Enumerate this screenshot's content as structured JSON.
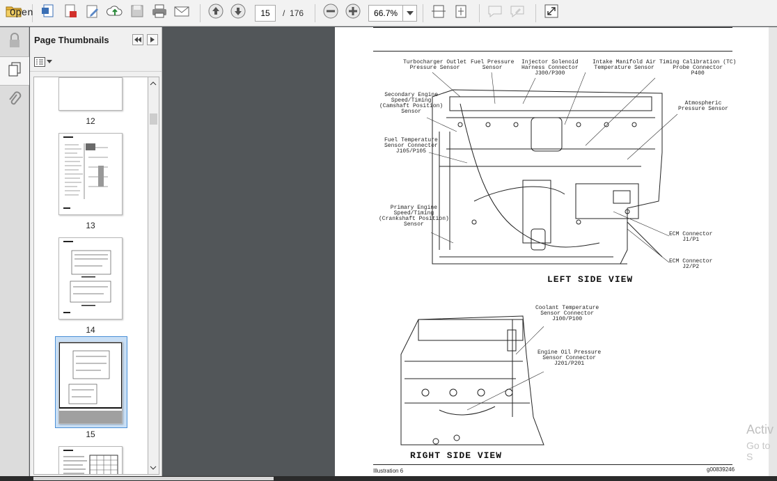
{
  "toolbar": {
    "open_label": "Open",
    "current_page": "15",
    "page_separator": "/",
    "total_pages": "176",
    "zoom": "66.7%"
  },
  "panel": {
    "title": "Page Thumbnails",
    "thumbnails": [
      {
        "label": "12"
      },
      {
        "label": "13"
      },
      {
        "label": "14"
      },
      {
        "label": "15"
      }
    ]
  },
  "document": {
    "left_view": {
      "title": "LEFT SIDE VIEW",
      "labels": {
        "turbo": "Turbocharger Outlet\nPressure Sensor",
        "fuel_pressure": "Fuel Pressure\nSensor",
        "injector": "Injector Solenoid\nHarness Connector\nJ300/P300",
        "intake": "Intake Manifold Air\nTemperature Sensor",
        "timing": "Timing Calibration (TC)\nProbe Connector\nP400",
        "secondary": "Secondary Engine\nSpeed/Timing\n(Camshaft Position)\nSensor",
        "atmospheric": "Atmospheric\nPressure Sensor",
        "fuel_temp": "Fuel Temperature\nSensor Connector\nJ105/P105",
        "primary": "Primary Engine\nSpeed/Timing\n(Crankshaft Position)\nSensor",
        "ecm1": "ECM Connector\nJ1/P1",
        "ecm2": "ECM Connector\nJ2/P2"
      }
    },
    "right_view": {
      "title": "RIGHT SIDE VIEW",
      "labels": {
        "coolant": "Coolant Temperature\nSensor Connector\nJ100/P100",
        "oil": "Engine Oil Pressure\nSensor Connector\nJ201/P201"
      }
    },
    "footer_left": "Illustration 6",
    "footer_right": "g00839246"
  },
  "watermark": {
    "line1": "Activ",
    "line2": "Go to S"
  }
}
